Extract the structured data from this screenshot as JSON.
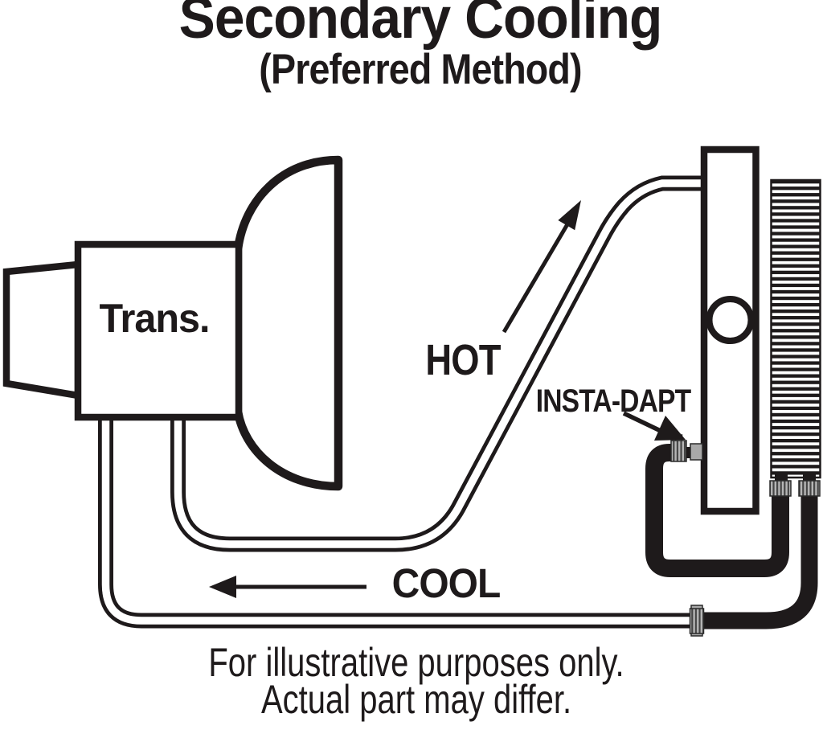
{
  "title": "Secondary Cooling",
  "subtitle": "(Preferred Method)",
  "labels": {
    "transmission": "Trans.",
    "hot": "HOT",
    "adapter": "INSTA-DAPT",
    "cool": "COOL"
  },
  "caption": {
    "line1": "For illustrative purposes only.",
    "line2": "Actual part may differ."
  },
  "icons": {
    "hot_flow_arrow": "↗",
    "cool_flow_arrow": "←",
    "adapter_pointer_arrow": "↘"
  },
  "colors": {
    "ink": "#1e1a1b",
    "background": "#ffffff",
    "fitting_gray": "#a9a9a9"
  }
}
